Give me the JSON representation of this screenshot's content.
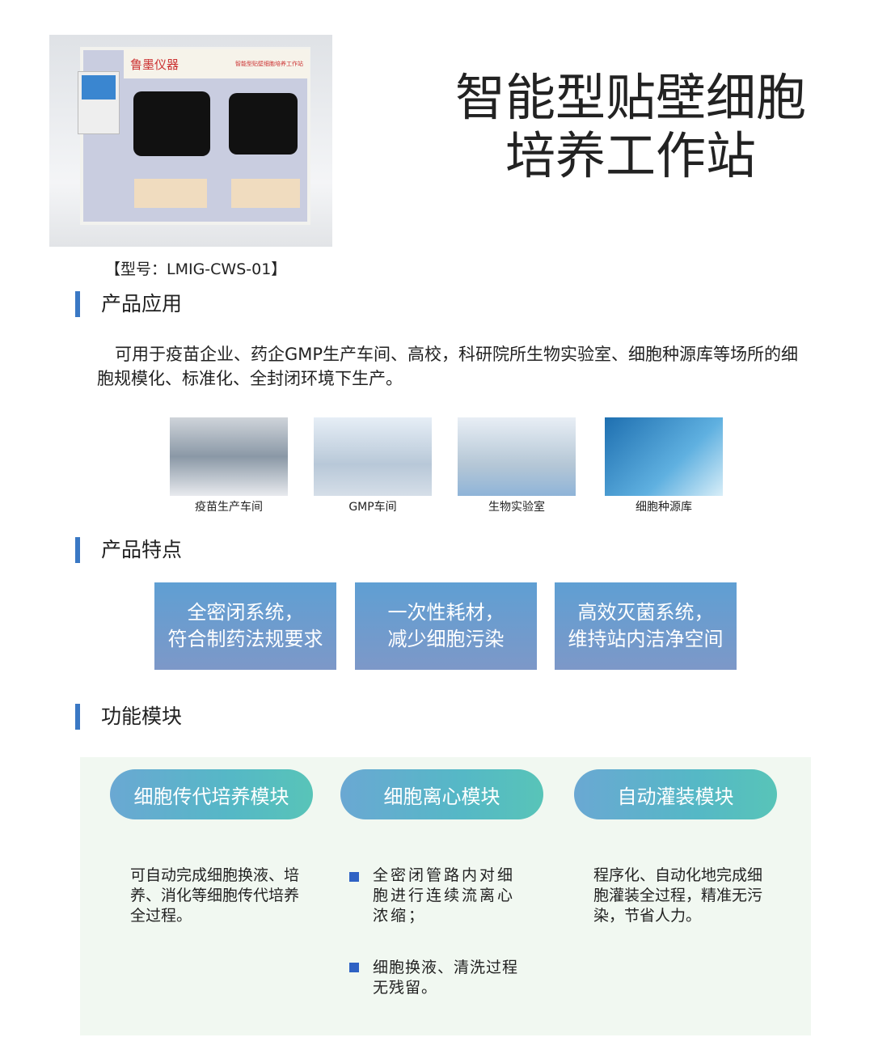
{
  "product": {
    "brand_on_machine": "鲁墨仪器",
    "machine_label": "智能型贴壁细胞培养工作站",
    "model": "【型号：LMIG-CWS-01】"
  },
  "title": {
    "line1": "智能型贴壁细胞",
    "line2": "培养工作站"
  },
  "sections": {
    "application": "产品应用",
    "features": "产品特点",
    "modules": "功能模块"
  },
  "application": {
    "text": "可用于疫苗企业、药企GMP生产车间、高校，科研院所生物实验室、细胞种源库等场所的细胞规模化、标准化、全封闭环境下生产。",
    "images": [
      {
        "caption": "疫苗生产车间"
      },
      {
        "caption": "GMP车间"
      },
      {
        "caption": "生物实验室"
      },
      {
        "caption": "细胞种源库"
      }
    ]
  },
  "features": [
    {
      "l1": "全密闭系统，",
      "l2": "符合制药法规要求"
    },
    {
      "l1": "一次性耗材，",
      "l2": "减少细胞污染"
    },
    {
      "l1": "高效灭菌系统，",
      "l2": "维持站内洁净空间"
    }
  ],
  "modules": [
    {
      "name": "细胞传代培养模块",
      "desc": "可自动完成细胞换液、培养、消化等细胞传代培养全过程。"
    },
    {
      "name": "细胞离心模块",
      "bullets": [
        "全密闭管路内对细胞进行连续流离心浓缩；",
        "细胞换液、清洗过程无残留。"
      ]
    },
    {
      "name": "自动灌装模块",
      "desc": "程序化、自动化地完成细胞灌装全过程，精准无污染，节省人力。"
    }
  ]
}
